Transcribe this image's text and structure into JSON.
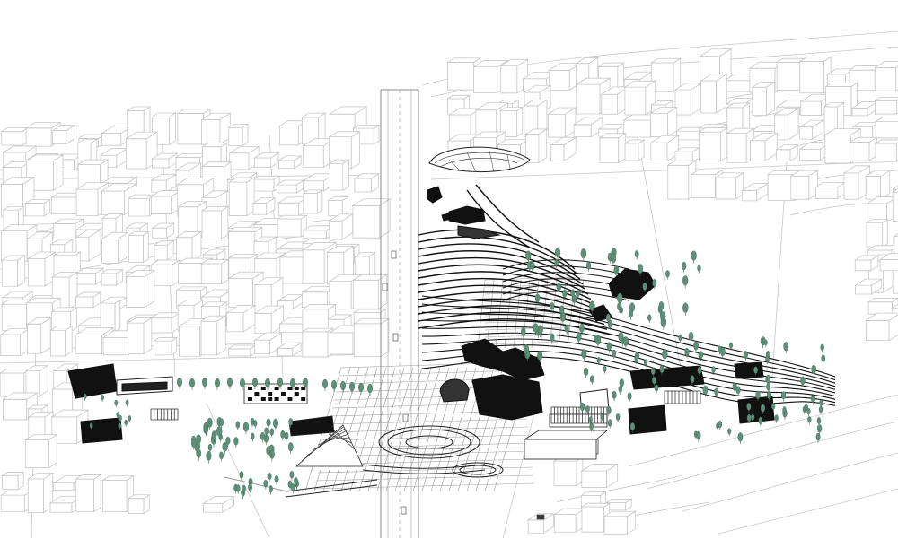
{
  "drawing": {
    "style": "axonometric urban masterplan line drawing",
    "colors": {
      "background": "#ffffff",
      "context_line": "#c8c8c8",
      "plan_line": "#9a9a9a",
      "ink": "#111111",
      "vegetation": "#5e8f78"
    },
    "icons": [
      "tree-icon",
      "building-block",
      "terrain-contour"
    ],
    "text_labels": []
  }
}
